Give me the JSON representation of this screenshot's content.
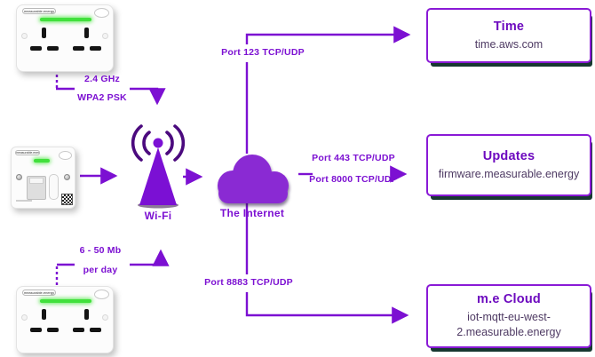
{
  "colors": {
    "accent_purple": "#7c10d2",
    "box_border_purple": "#8a1ad6",
    "title_purple": "#6d0abf",
    "host_text": "#4e3a63",
    "box_shadow_dark": "#173831",
    "cloud_fill": "#8a2bd3",
    "led_green": "#41e03c"
  },
  "devices": {
    "socket_top": {
      "brand": "measurable.energy"
    },
    "fused_spur": {
      "brand": "measurable.energy"
    },
    "socket_bottom": {
      "brand": "measurable.energy"
    }
  },
  "labels": {
    "wifi_freq_line1": "2.4 GHz",
    "wifi_freq_line2": "WPA2 PSK",
    "data_usage_line1": "6 - 50 Mb",
    "data_usage_line2": "per day",
    "port_ntp": "Port 123 TCP/UDP",
    "port_https_line1": "Port 443 TCP/UDP",
    "port_https_line2": "Port 8000 TCP/UDP",
    "port_mqtt": "Port 8883 TCP/UDP",
    "wifi": "Wi-Fi",
    "internet": "The Internet"
  },
  "endpoints": [
    {
      "title": "Time",
      "host": "time.aws.com"
    },
    {
      "title": "Updates",
      "host": "firmware.measurable.energy"
    },
    {
      "title": "m.e Cloud",
      "host": "iot-mqtt-eu-west-2.measurable.energy"
    }
  ]
}
